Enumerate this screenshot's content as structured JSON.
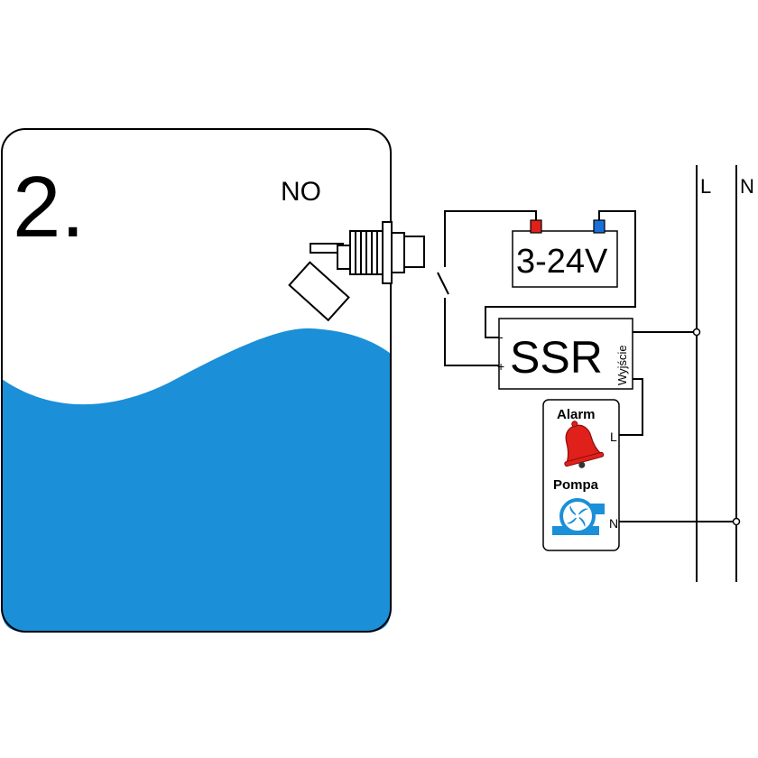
{
  "tank": {
    "step_number": "2.",
    "contact_type": "NO"
  },
  "power_supply": {
    "voltage_label": "3-24V"
  },
  "ssr": {
    "label": "SSR",
    "output_label": "Wyjście",
    "minus_label": "-",
    "plus_label": "+"
  },
  "load": {
    "alarm_label": "Alarm",
    "pump_label": "Pompa",
    "l_terminal": "L",
    "n_terminal": "N"
  },
  "mains": {
    "l_label": "L",
    "n_label": "N"
  },
  "colors": {
    "water": "#1b8fd8",
    "terminal_positive": "#e0201b",
    "terminal_negative": "#1b6fd8",
    "bell": "#e0201b",
    "pump": "#1b8fd8",
    "line": "#000000"
  },
  "icons": {
    "alarm": "bell-icon",
    "pump": "pump-fan-icon",
    "sensor": "float-switch-icon"
  }
}
